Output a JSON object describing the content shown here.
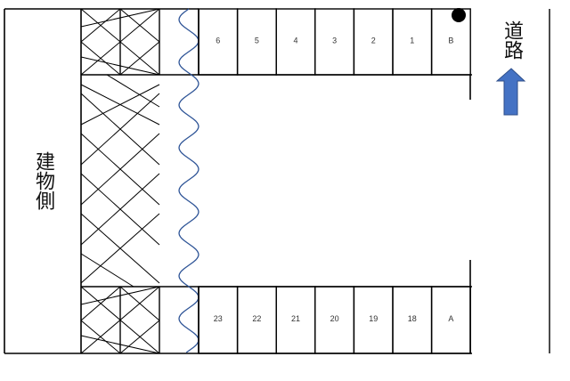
{
  "building_side_label": "建物側",
  "road_label": "道路",
  "top_row_slots": [
    "6",
    "5",
    "4",
    "3",
    "2",
    "1",
    "B"
  ],
  "bottom_row_slots": [
    "23",
    "22",
    "21",
    "20",
    "19",
    "18",
    "A"
  ],
  "arrow_color": "#4472C4",
  "wave_color": "#2F5597",
  "marker_icon": "filled-circle"
}
